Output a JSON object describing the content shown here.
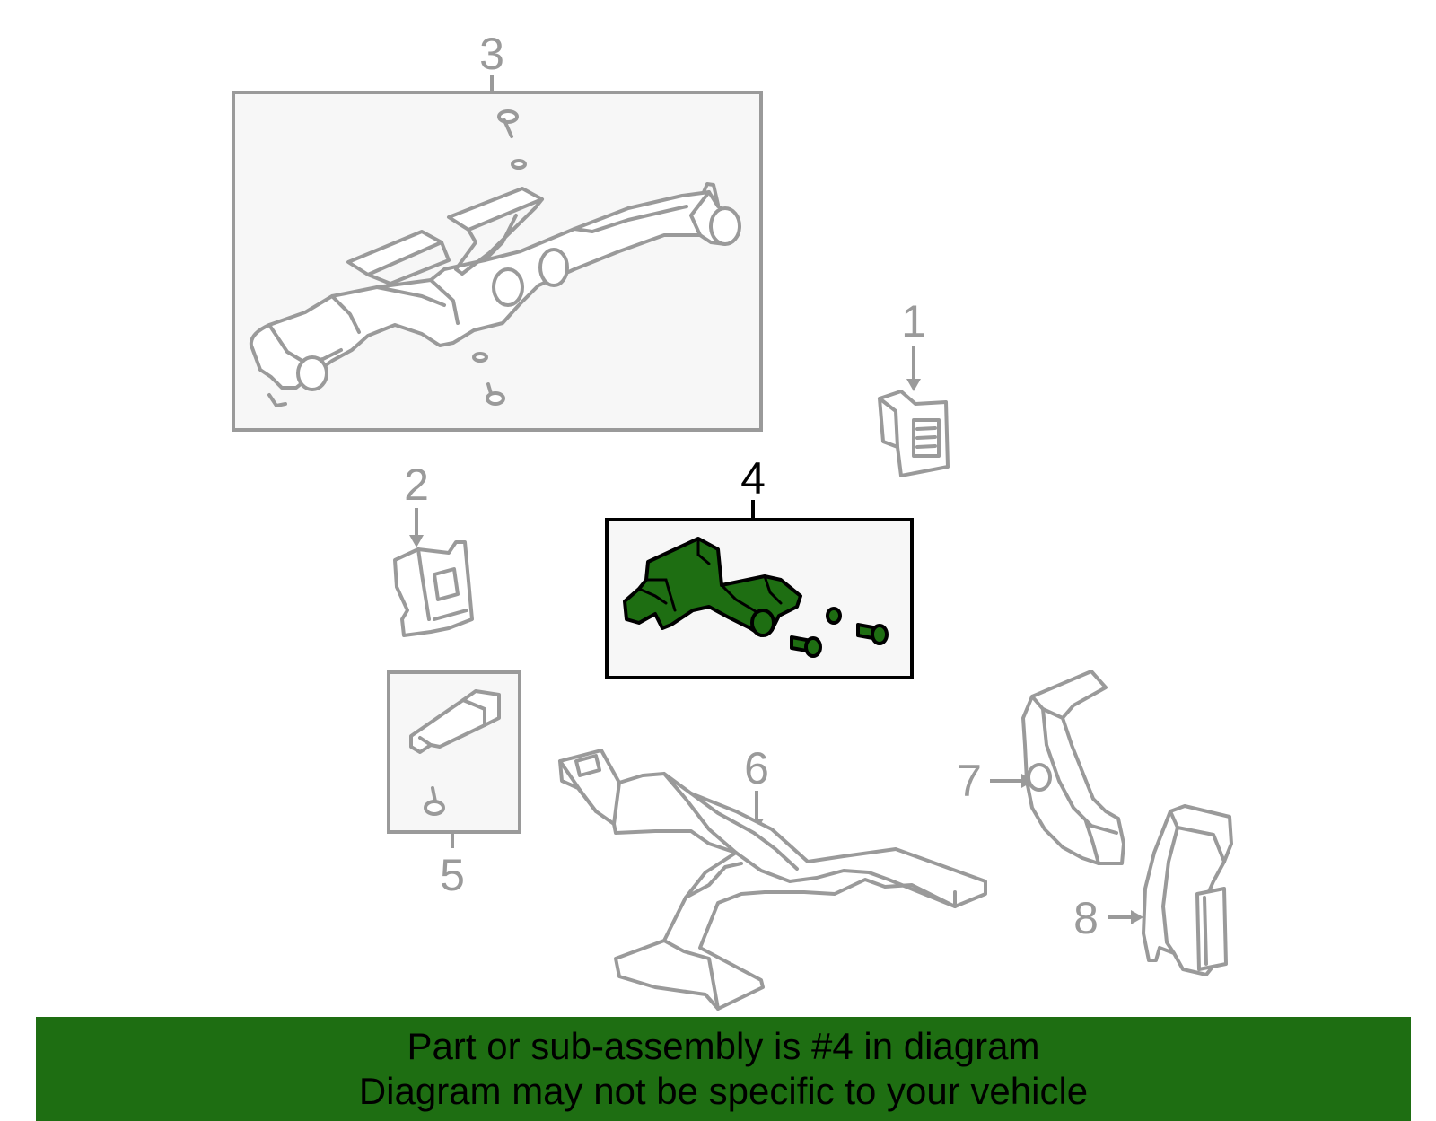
{
  "colors": {
    "banner_bg": "#1e6e12",
    "highlight_part": "#1e6e12",
    "box_fill": "#f7f7f7",
    "muted_stroke": "#9a9a9a",
    "active_stroke": "#000000"
  },
  "callouts": {
    "c1": "1",
    "c2": "2",
    "c3": "3",
    "c4": "4",
    "c5": "5",
    "c6": "6",
    "c7": "7",
    "c8": "8"
  },
  "banner": {
    "line1": "Part or sub-assembly is #4 in diagram",
    "line2": "Diagram may not be specific to your vehicle"
  }
}
